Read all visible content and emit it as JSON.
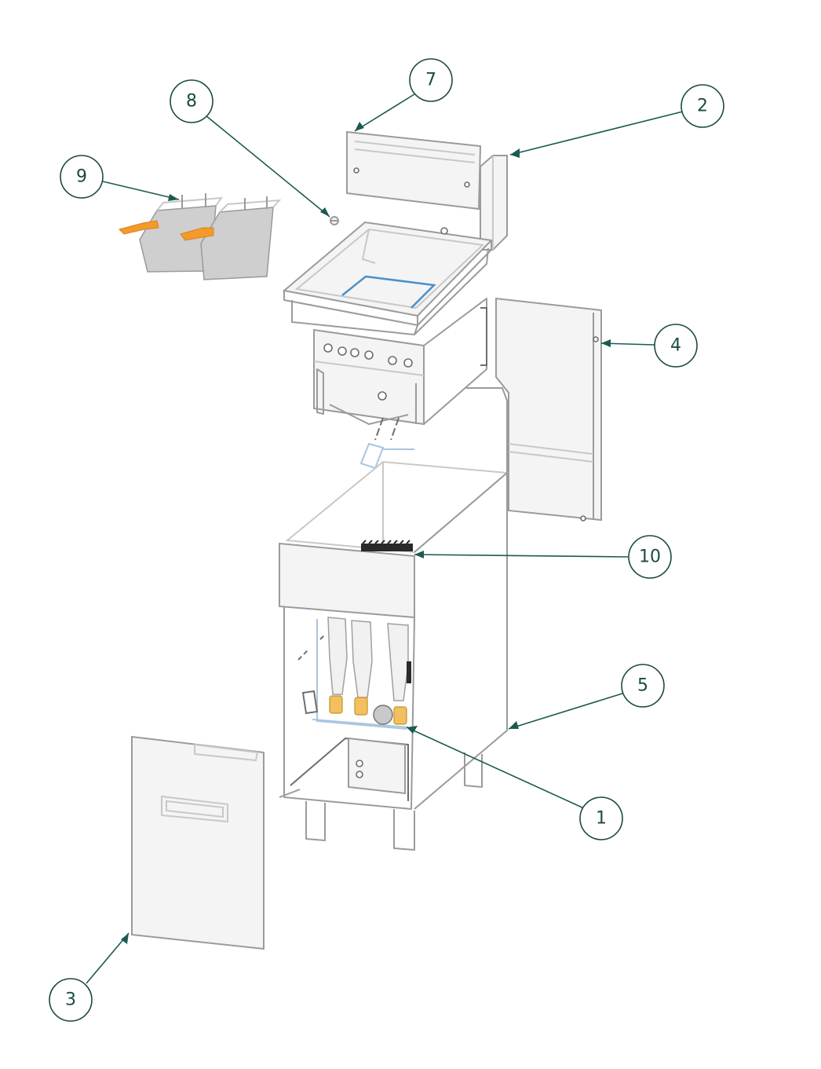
{
  "callouts": [
    {
      "id": "1",
      "label": "1",
      "part": "burner-assembly"
    },
    {
      "id": "2",
      "label": "2",
      "part": "flue-riser-side"
    },
    {
      "id": "3",
      "label": "3",
      "part": "front-door"
    },
    {
      "id": "4",
      "label": "4",
      "part": "side-panel"
    },
    {
      "id": "5",
      "label": "5",
      "part": "cabinet"
    },
    {
      "id": "7",
      "label": "7",
      "part": "backsplash"
    },
    {
      "id": "8",
      "label": "8",
      "part": "screw"
    },
    {
      "id": "9",
      "label": "9",
      "part": "fry-baskets"
    },
    {
      "id": "10",
      "label": "10",
      "part": "top-cap-grille"
    }
  ],
  "colors": {
    "callout": "#1c4a44",
    "leader": "#1c5a52",
    "line_art": "#9b9b9b",
    "basket_handle": "#f39a2b",
    "accent_blue": "#4a90c8"
  }
}
